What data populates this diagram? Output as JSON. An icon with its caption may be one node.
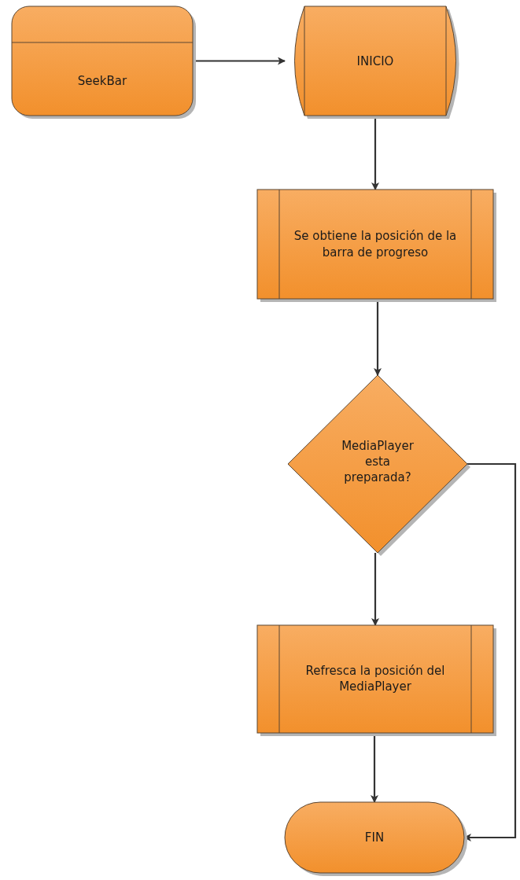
{
  "diagram": {
    "nodes": [
      {
        "text": [
          "SeekBar"
        ]
      },
      {
        "text": [
          "INICIO"
        ]
      },
      {
        "text": [
          "Se obtiene la posición de la barra de progreso"
        ]
      },
      {
        "text": [
          "MediaPlayer esta preparada?"
        ]
      },
      {
        "text": [
          "Refresca la posición del MediaPlayer"
        ]
      },
      {
        "text": [
          "FIN"
        ]
      }
    ],
    "edges": [
      {
        "from": 0,
        "to": 1,
        "arrow": "to"
      },
      {
        "from": 1,
        "to": 2,
        "arrow": "to"
      },
      {
        "from": 2,
        "to": 3,
        "arrow": "to"
      },
      {
        "from": 3,
        "to": 4,
        "arrow": "to"
      },
      {
        "from": 3,
        "to": 5,
        "arrow": "to"
      },
      {
        "from": 4,
        "to": 5,
        "arrow": "to"
      }
    ]
  }
}
